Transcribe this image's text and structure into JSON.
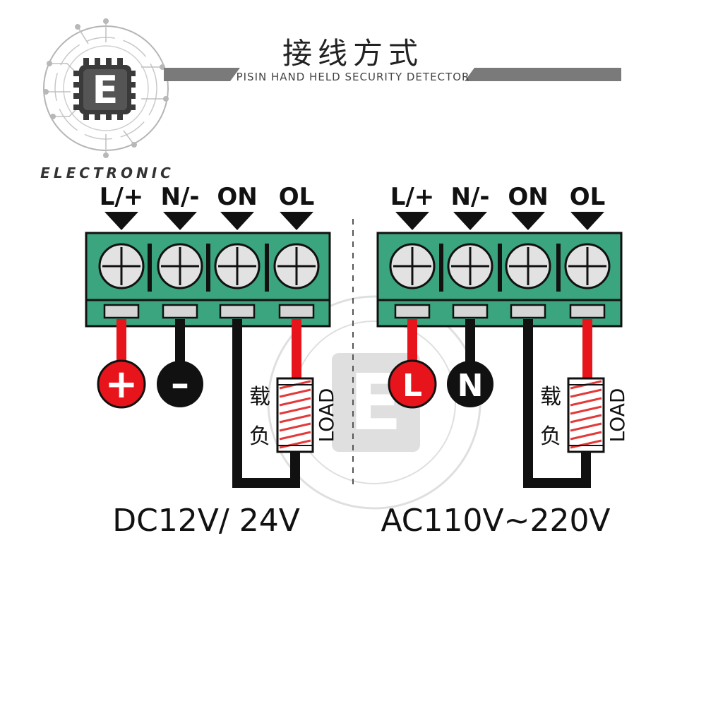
{
  "header": {
    "title": "接线方式",
    "subtitle": "PISIN HAND HELD SECURITY DETECTOR"
  },
  "logo": {
    "letter": "E",
    "text": "ELECTRONIC"
  },
  "terminal_labels": [
    "L/+",
    "N/-",
    "ON",
    "OL"
  ],
  "dc_panel": {
    "voltage": "DC12V/ 24V",
    "plus_symbol": "+",
    "minus_symbol": "–",
    "load_cn_1": "载",
    "load_cn_2": "负",
    "load_en": "LOAD"
  },
  "ac_panel": {
    "voltage": "AC110V~220V",
    "line_symbol": "L",
    "neutral_symbol": "N",
    "load_cn_1": "载",
    "load_cn_2": "负",
    "load_en": "LOAD"
  },
  "colors": {
    "terminal_green": "#3aa57e",
    "terminal_dark": "#2b8a66",
    "wire_red": "#e8141b",
    "wire_black": "#111111",
    "screw_face": "#e2e2e2",
    "header_bar": "#7a7a7a",
    "load_coil": "#e23a3a"
  }
}
